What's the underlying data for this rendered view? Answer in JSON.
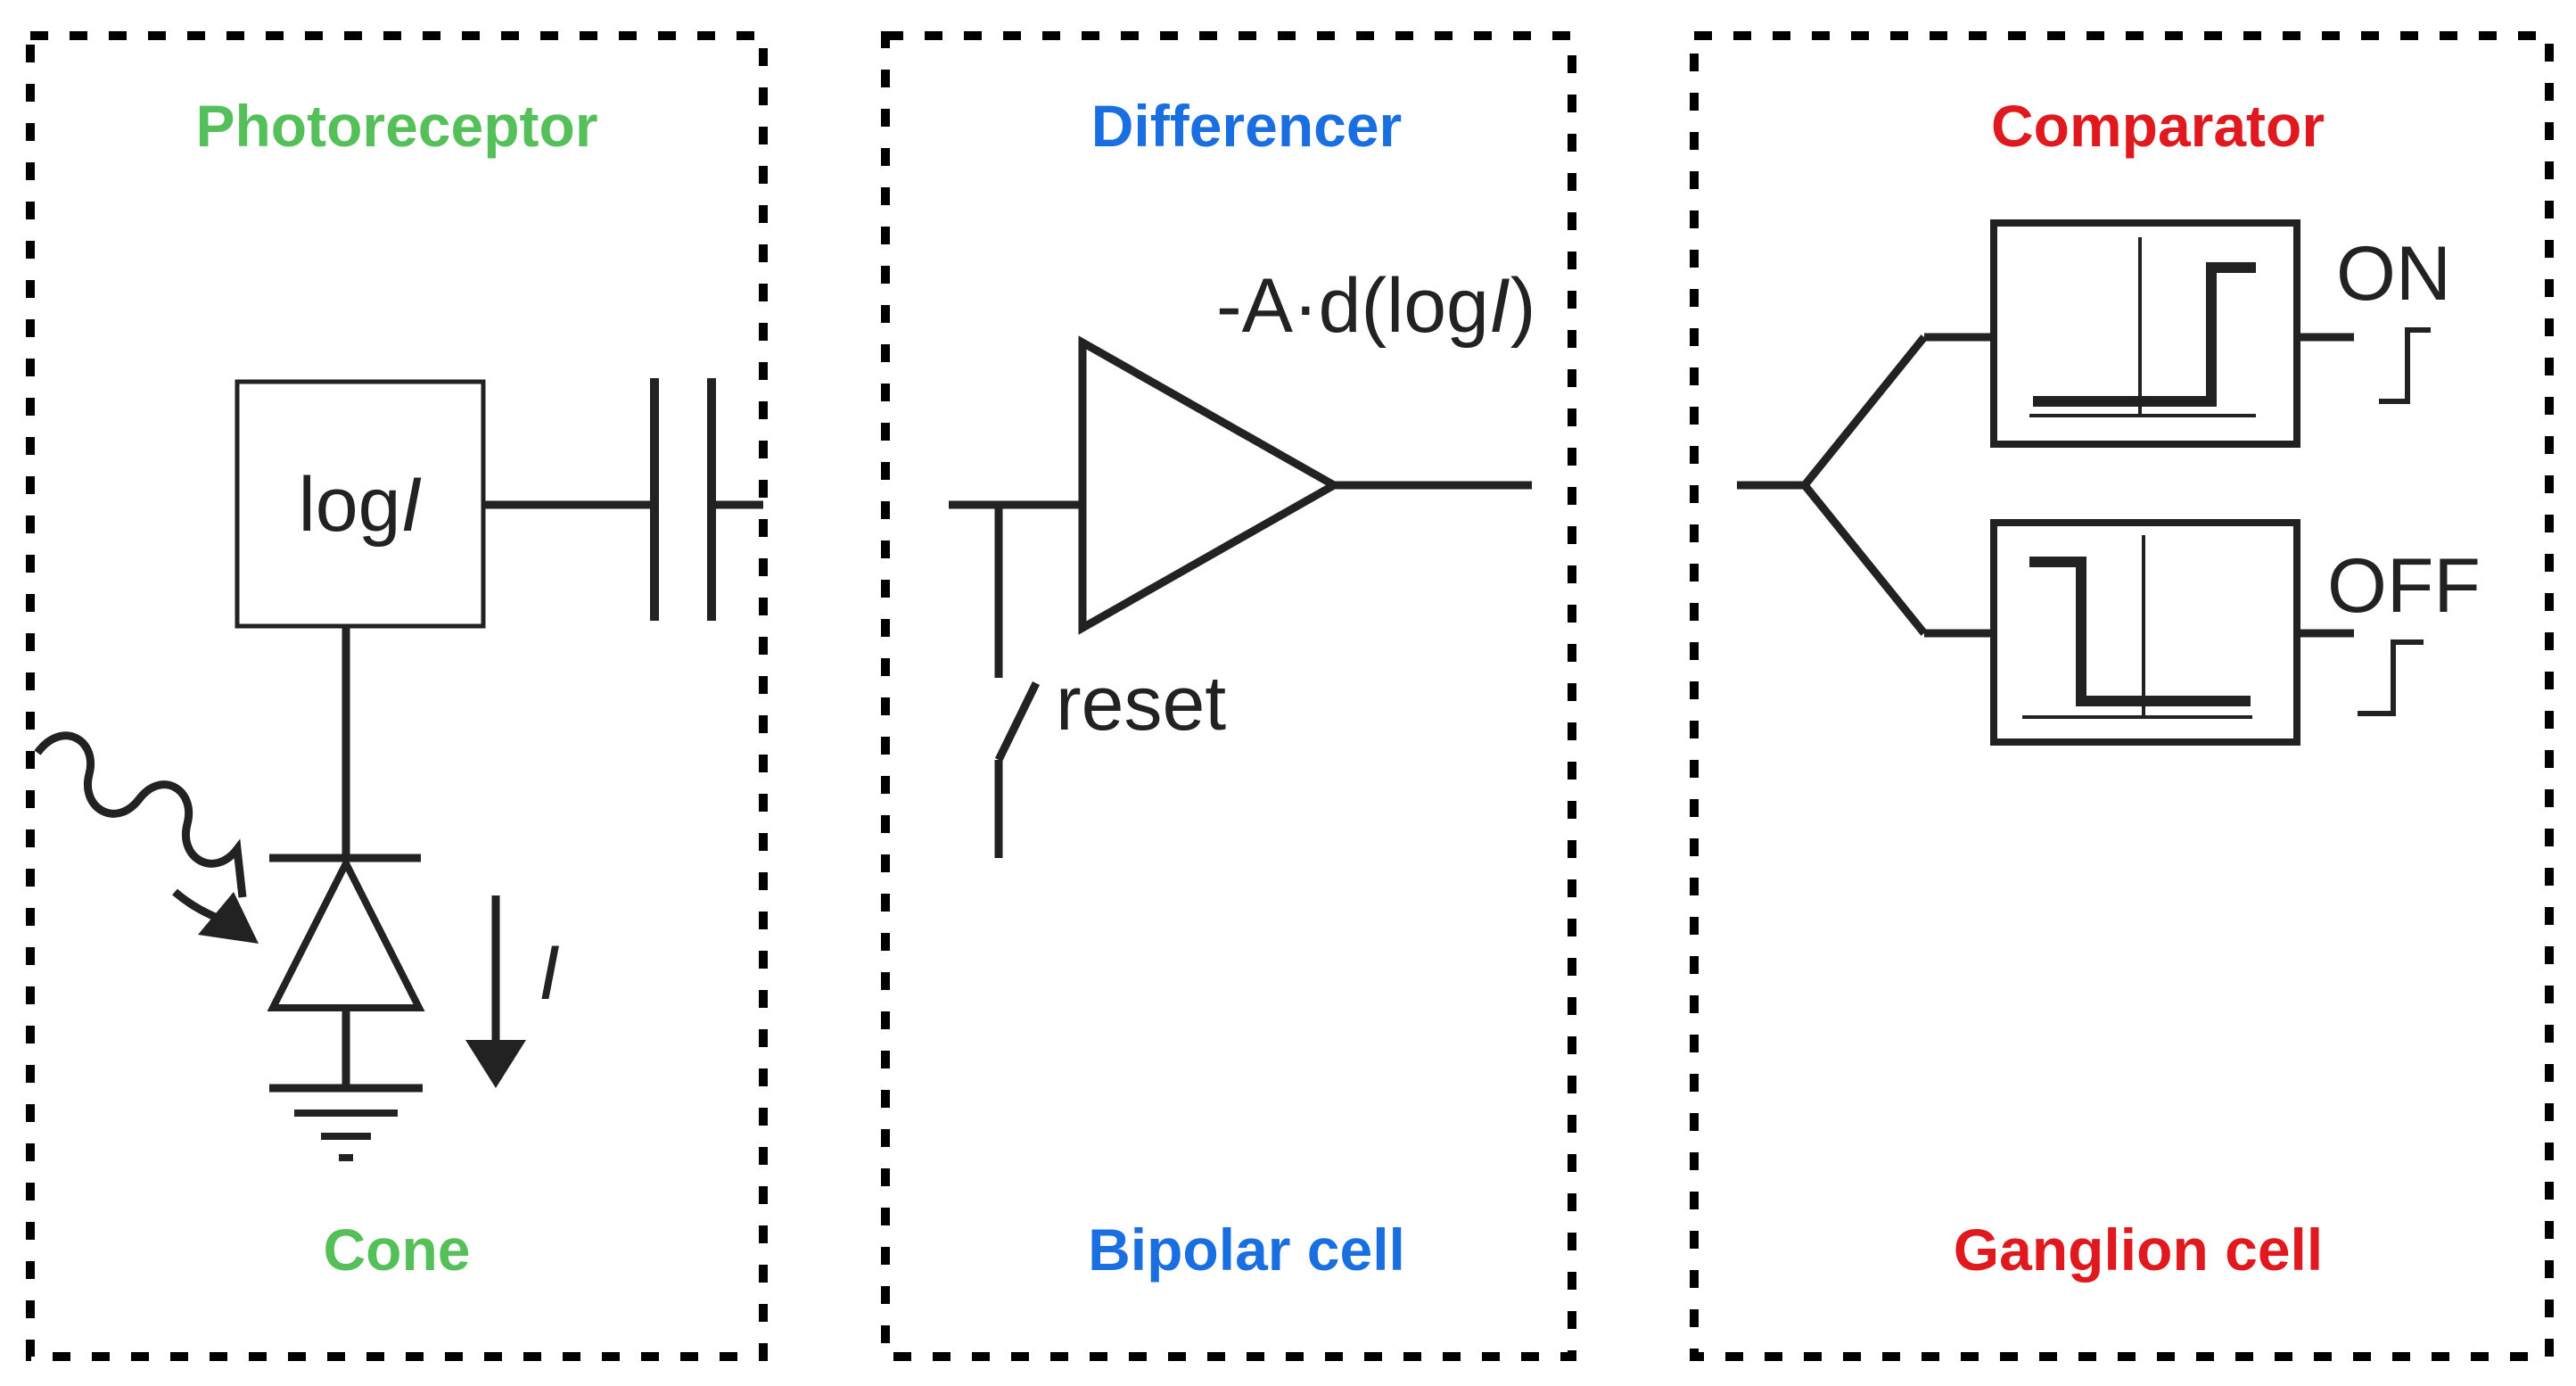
{
  "colors": {
    "photoreceptor": "#55c05a",
    "differencer": "#1a6fe0",
    "comparator": "#e0191f",
    "ink": "#222222",
    "border": "#000000"
  },
  "panels": {
    "photoreceptor": {
      "title": "Photoreceptor",
      "subtitle": "Cone",
      "log_box_label_prefix": "log",
      "log_box_label_var": "I",
      "current_label": "I"
    },
    "differencer": {
      "title": "Differencer",
      "subtitle": "Bipolar cell",
      "output_label_prefix": "-A·d(log",
      "output_label_var": "I",
      "output_label_suffix": ")",
      "reset_label": "reset"
    },
    "comparator": {
      "title": "Comparator",
      "subtitle": "Ganglion cell",
      "on_label": "ON",
      "off_label": "OFF"
    }
  },
  "icons": [
    "light-wave-icon",
    "photodiode-icon",
    "ground-icon",
    "capacitor-icon",
    "amplifier-icon",
    "switch-icon",
    "step-up-icon",
    "step-down-icon",
    "pulse-icon"
  ]
}
